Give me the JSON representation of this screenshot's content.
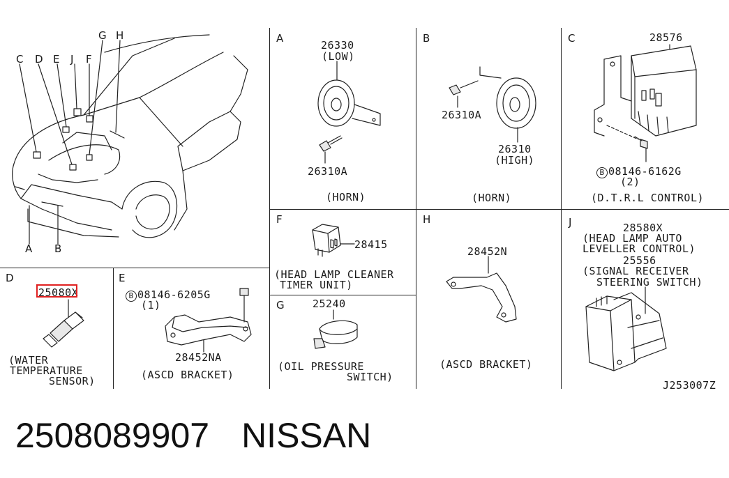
{
  "diagram": {
    "overview": {
      "callouts_top": [
        "C",
        "D",
        "E",
        "J",
        "F",
        "G",
        "H"
      ],
      "callouts_bottom": [
        "A",
        "B"
      ]
    },
    "panel_a": {
      "letter": "A",
      "part_top": "26330",
      "part_top_spec": "(LOW)",
      "part_bolt": "26310A",
      "caption": "(HORN)"
    },
    "panel_b": {
      "letter": "B",
      "part_bolt": "26310A",
      "part_main": "26310",
      "part_main_spec": "(HIGH)",
      "caption": "(HORN)"
    },
    "panel_c": {
      "letter": "C",
      "part_main": "28576",
      "bolt_prefix": "B",
      "bolt": "08146-6162G",
      "bolt_qty": "(2)",
      "caption": "(D.T.R.L CONTROL)"
    },
    "panel_d": {
      "letter": "D",
      "part_main_hl": "25080",
      "part_main_rest": "X",
      "caption_1": "(WATER",
      "caption_2": "TEMPERATURE",
      "caption_3": "SENSOR)"
    },
    "panel_e": {
      "letter": "E",
      "bolt_prefix": "B",
      "bolt": "08146-6205G",
      "bolt_qty": "(1)",
      "part_main": "28452NA",
      "caption": "(ASCD BRACKET)"
    },
    "panel_f": {
      "letter": "F",
      "part_main": "28415",
      "caption_1": "(HEAD LAMP CLEANER",
      "caption_2": "TIMER UNIT)"
    },
    "panel_g": {
      "letter": "G",
      "part_main": "25240",
      "caption_1": "(OIL PRESSURE",
      "caption_2": "SWITCH)"
    },
    "panel_h": {
      "letter": "H",
      "part_main": "28452N",
      "caption": "(ASCD BRACKET)"
    },
    "panel_j": {
      "letter": "J",
      "part_1": "28580X",
      "part_1_desc_1": "(HEAD LAMP AUTO",
      "part_1_desc_2": "LEVELLER CONTROL)",
      "part_2": "25556",
      "part_2_desc_1": "(SIGNAL RECEIVER",
      "part_2_desc_2": "STEERING SWITCH)"
    },
    "reference_code": "J253007Z"
  },
  "footer": {
    "part_number": "2508089907",
    "brand": "NISSAN"
  },
  "colors": {
    "line": "#222222",
    "highlight": "#e02020",
    "background": "#ffffff"
  }
}
